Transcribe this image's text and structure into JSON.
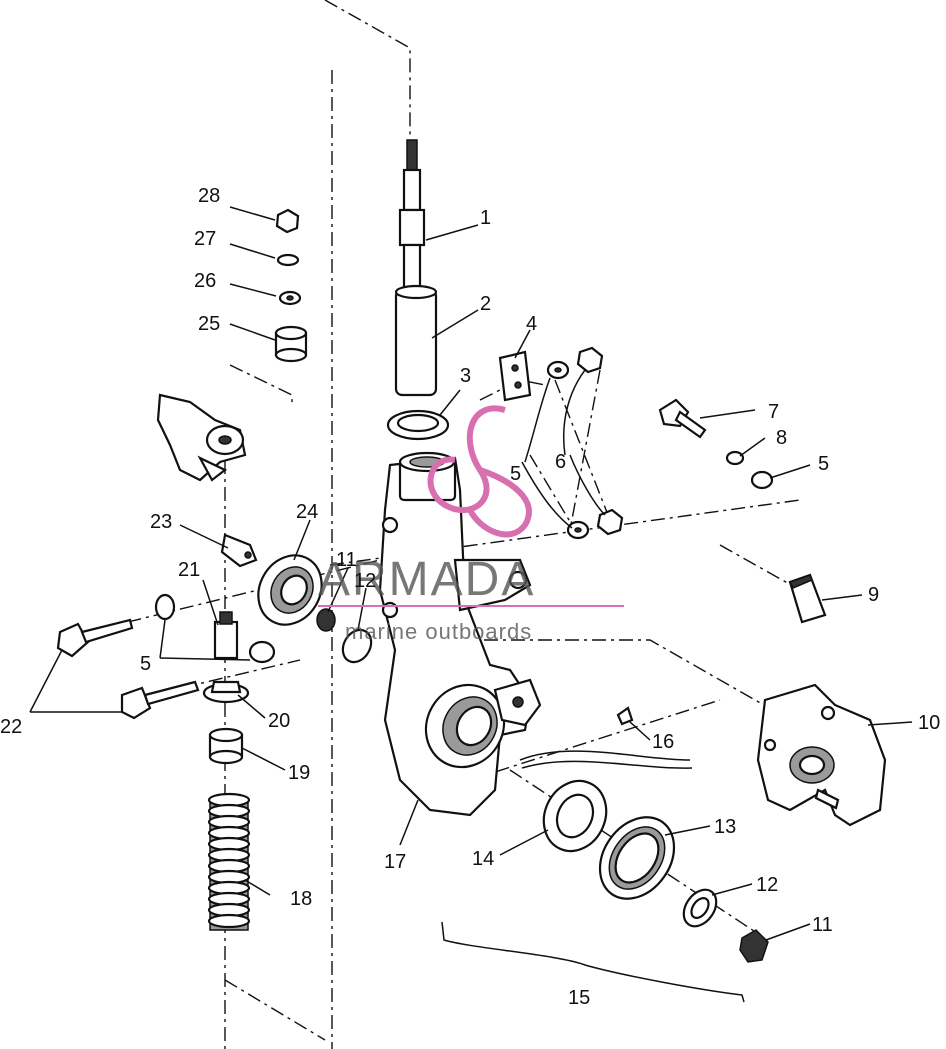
{
  "watermark": {
    "brand": "ARMADA",
    "tagline": "marine outboards",
    "color": "#d86fb0",
    "text_color": "#555555"
  },
  "callouts": {
    "c1": "1",
    "c2": "2",
    "c3": "3",
    "c4": "4",
    "c5a": "5",
    "c5b": "5",
    "c5c": "5",
    "c6": "6",
    "c7": "7",
    "c8": "8",
    "c9": "9",
    "c10": "10",
    "c11a": "11",
    "c11b": "11",
    "c12a": "12",
    "c12b": "12",
    "c13": "13",
    "c14": "14",
    "c15": "15",
    "c16": "16",
    "c17": "17",
    "c18": "18",
    "c19": "19",
    "c20": "20",
    "c21": "21",
    "c22": "22",
    "c23": "23",
    "c24": "24",
    "c25": "25",
    "c26": "26",
    "c27": "27",
    "c28": "28"
  }
}
